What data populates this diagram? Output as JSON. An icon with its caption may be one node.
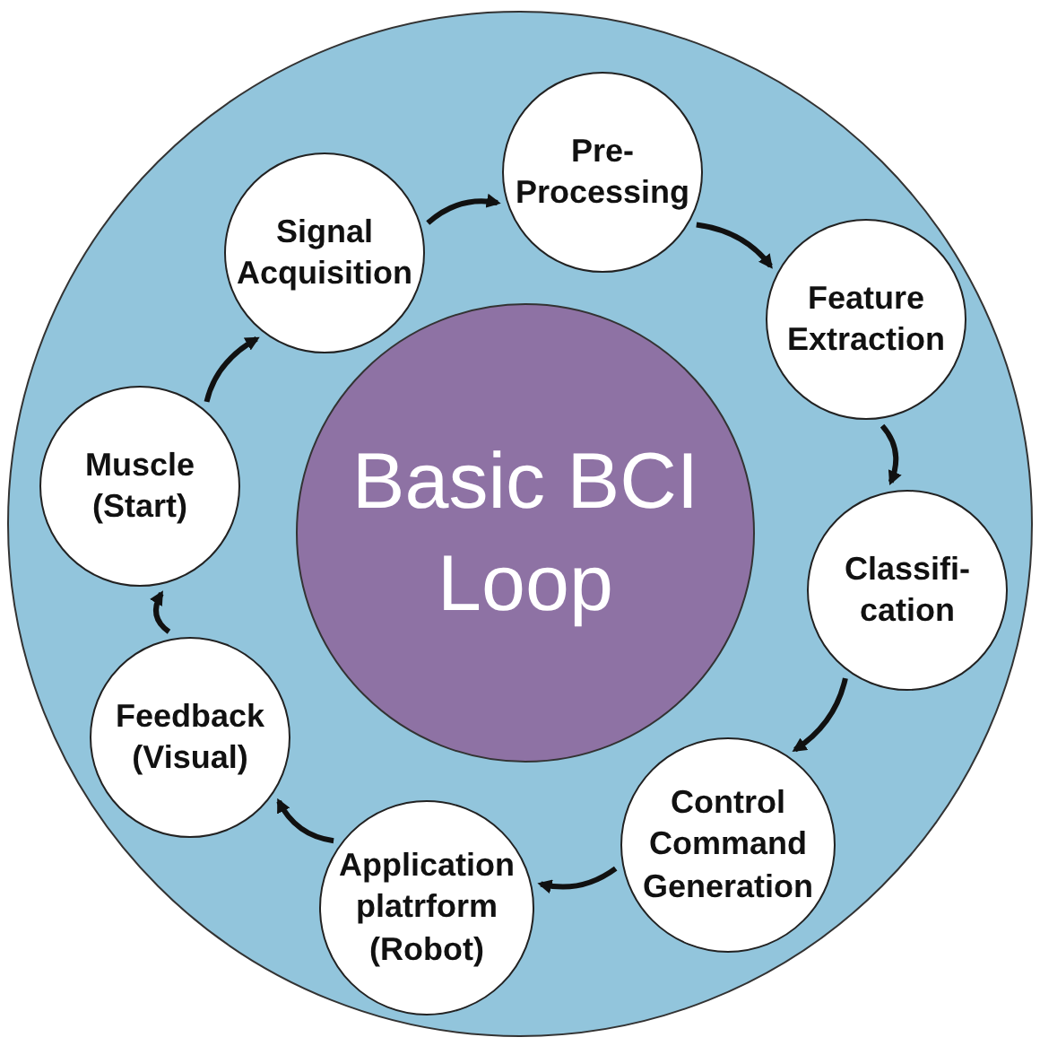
{
  "diagram": {
    "nodes": [
      {
        "text": [],
        "shape": "circle"
      },
      {
        "text": [
          "Basic BCI Loop"
        ],
        "in": 0
      },
      {
        "text": [
          "Signal Acquisition"
        ],
        "in": 0
      },
      {
        "text": [
          "Pre- Processing"
        ],
        "in": 0
      },
      {
        "text": [
          "Feature Extraction"
        ],
        "in": 0
      },
      {
        "text": [
          "Classifi- cation"
        ],
        "in": 0
      },
      {
        "text": [
          "Control Command Generation"
        ],
        "in": 0
      },
      {
        "text": [
          "Application platrform (Robot)"
        ],
        "in": 0
      },
      {
        "text": [
          "Feedback (Visual)"
        ],
        "in": 0
      },
      {
        "text": [
          "Muscle (Start)"
        ],
        "in": 0
      }
    ],
    "edges": [
      {
        "from": 9,
        "to": 2,
        "arrow": "to"
      },
      {
        "from": 2,
        "to": 3,
        "arrow": "to"
      },
      {
        "from": 3,
        "to": 4,
        "arrow": "to"
      },
      {
        "from": 4,
        "to": 5,
        "arrow": "to"
      },
      {
        "from": 5,
        "to": 6,
        "arrow": "to"
      },
      {
        "from": 6,
        "to": 7,
        "arrow": "to"
      },
      {
        "from": 7,
        "to": 8,
        "arrow": "to"
      },
      {
        "from": 8,
        "to": 9,
        "arrow": "to"
      }
    ]
  }
}
